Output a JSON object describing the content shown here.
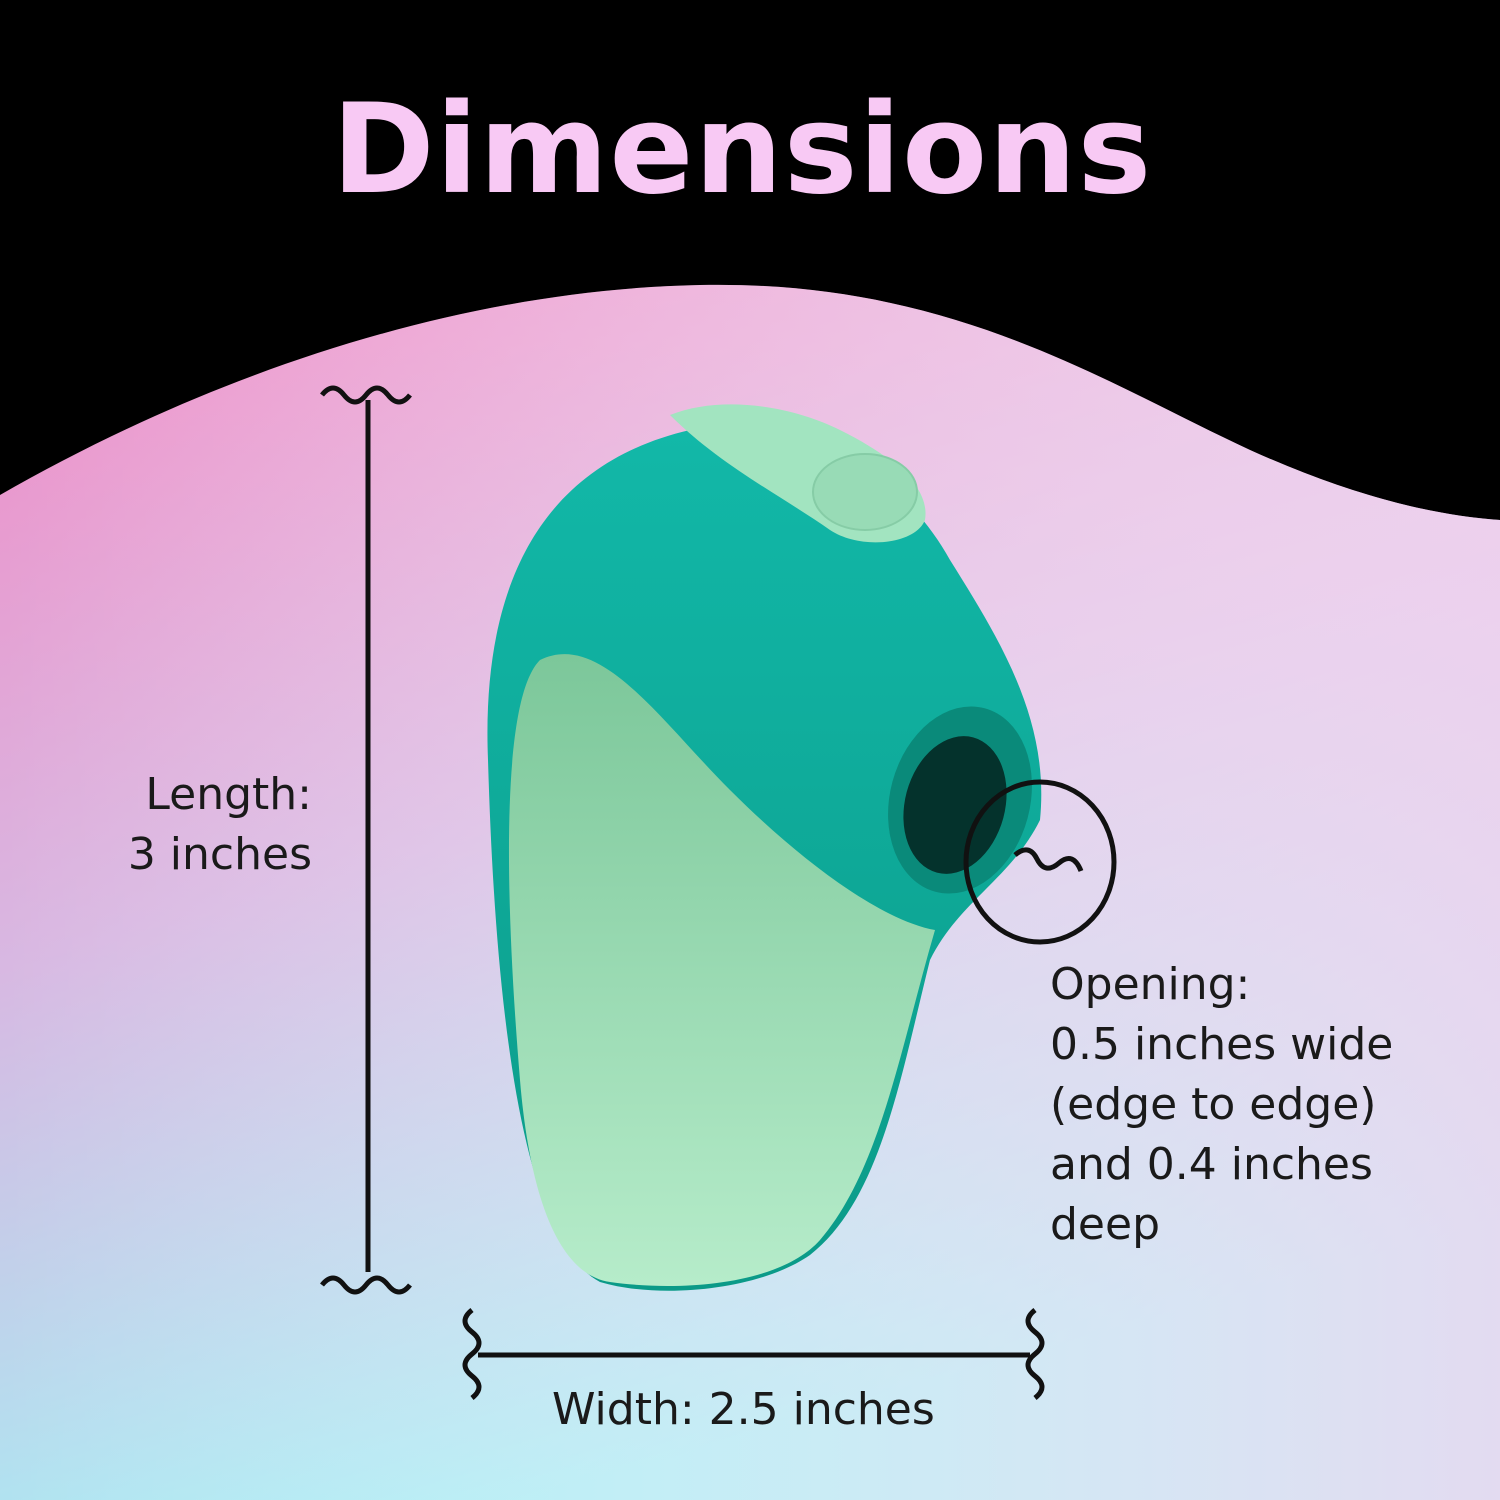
{
  "title": "Dimensions",
  "length": {
    "label": "Length:",
    "value": "3 inches"
  },
  "opening": {
    "lines": [
      "Opening:",
      "0.5 inches wide",
      "(edge to edge)",
      "and 0.4 inches",
      "deep"
    ]
  },
  "width": {
    "label": "Width: 2.5 inches"
  },
  "colors": {
    "title": "#f8c9f4",
    "device_dark": "#10a89a",
    "device_light": "#9fe0bd",
    "background_top": "#000000"
  }
}
